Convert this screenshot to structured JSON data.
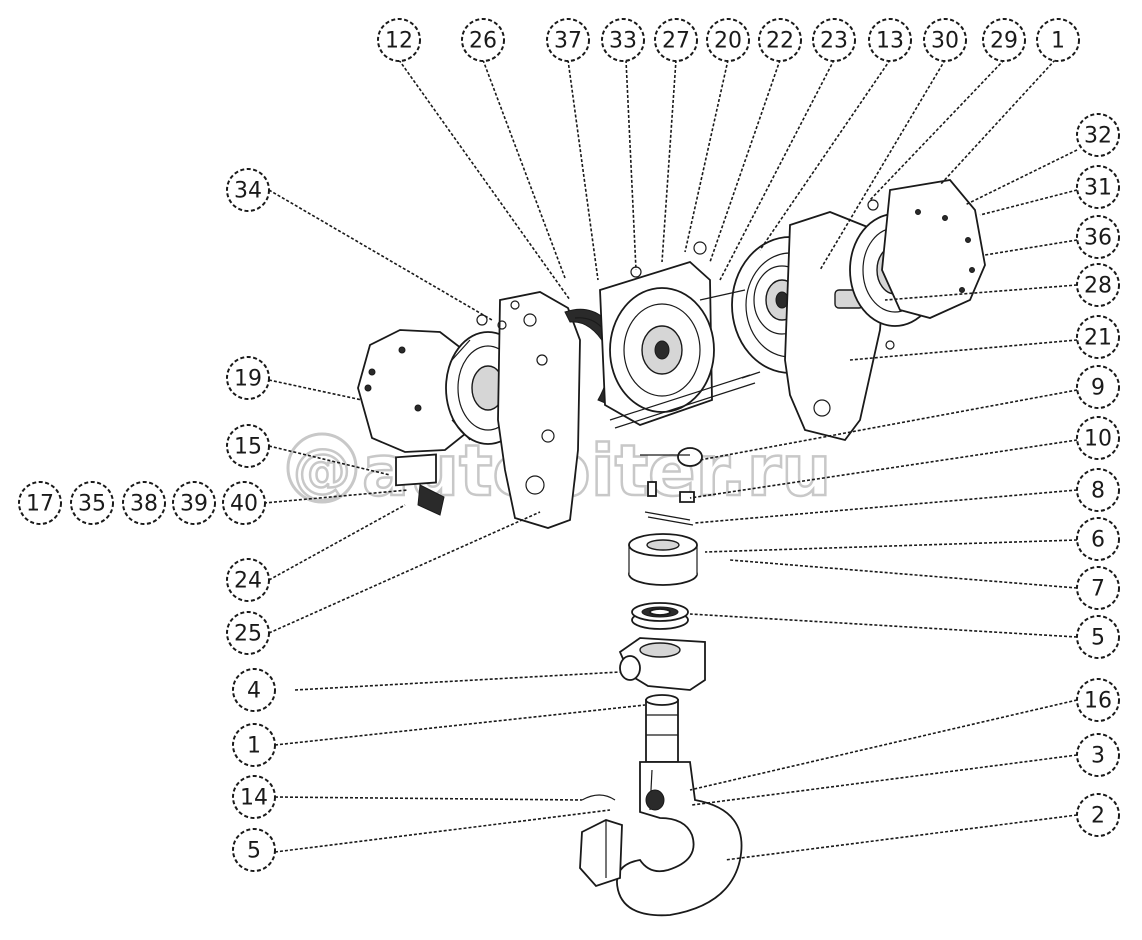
{
  "watermark": {
    "text": "autopiter.ru",
    "mark": "@"
  },
  "callouts": [
    {
      "label": "12"
    },
    {
      "label": "26"
    },
    {
      "label": "37"
    },
    {
      "label": "33"
    },
    {
      "label": "27"
    },
    {
      "label": "20"
    },
    {
      "label": "22"
    },
    {
      "label": "23"
    },
    {
      "label": "13"
    },
    {
      "label": "30"
    },
    {
      "label": "29"
    },
    {
      "label": "1"
    },
    {
      "label": "32"
    },
    {
      "label": "31"
    },
    {
      "label": "36"
    },
    {
      "label": "28"
    },
    {
      "label": "21"
    },
    {
      "label": "9"
    },
    {
      "label": "10"
    },
    {
      "label": "8"
    },
    {
      "label": "6"
    },
    {
      "label": "7"
    },
    {
      "label": "5"
    },
    {
      "label": "16"
    },
    {
      "label": "3"
    },
    {
      "label": "2"
    },
    {
      "label": "34"
    },
    {
      "label": "19"
    },
    {
      "label": "15"
    },
    {
      "label": "17"
    },
    {
      "label": "35"
    },
    {
      "label": "38"
    },
    {
      "label": "39"
    },
    {
      "label": "40"
    },
    {
      "label": "24"
    },
    {
      "label": "25"
    },
    {
      "label": "4"
    },
    {
      "label": "1"
    },
    {
      "label": "14"
    },
    {
      "label": "5"
    }
  ]
}
